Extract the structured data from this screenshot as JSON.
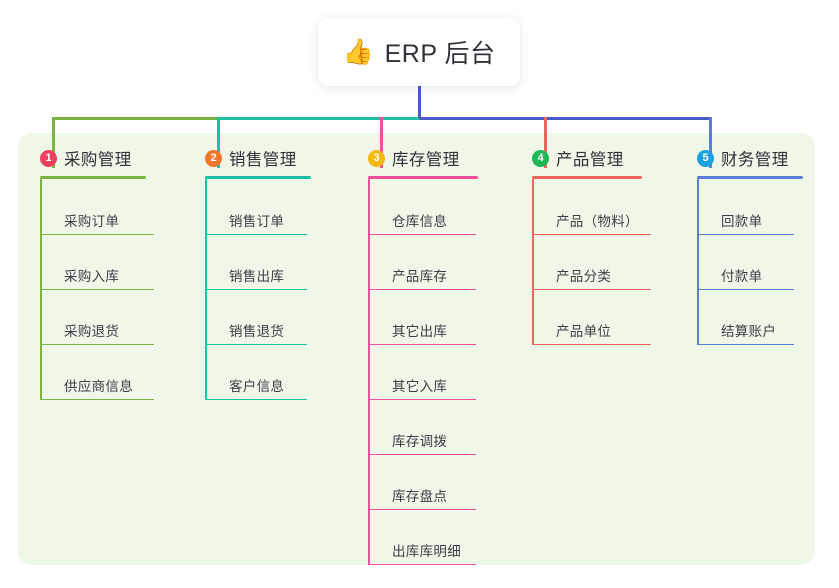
{
  "root": {
    "emoji": "👍",
    "emoji_name": "thumbs-up-icon",
    "title": "ERP 后台"
  },
  "colors": {
    "panel_background": "#eff7e9",
    "root_background": "#ffffff",
    "text": "#2f3338",
    "branch_1": "#7cb342",
    "branch_2": "#1dc0a5",
    "branch_3": "#ef4f9b",
    "branch_4": "#f4615e",
    "branch_5": "#5b7fd4",
    "stem": "#4a5bc4",
    "badge_1": "#ef3f5e",
    "badge_2": "#f2762c",
    "badge_3": "#f7b80e",
    "badge_4": "#1db954",
    "badge_5": "#1da0e0"
  },
  "branches": [
    {
      "index": "1",
      "title": "采购管理",
      "color": "#7cb342",
      "badge_color": "#ef3f5e",
      "items": [
        "采购订单",
        "采购入库",
        "采购退货",
        "供应商信息"
      ]
    },
    {
      "index": "2",
      "title": "销售管理",
      "color": "#1dc0a5",
      "badge_color": "#f2762c",
      "items": [
        "销售订单",
        "销售出库",
        "销售退货",
        "客户信息"
      ]
    },
    {
      "index": "3",
      "title": "库存管理",
      "color": "#ef4f9b",
      "badge_color": "#f7b80e",
      "items": [
        "仓库信息",
        "产品库存",
        "其它出库",
        "其它入库",
        "库存调拨",
        "库存盘点",
        "出库库明细"
      ]
    },
    {
      "index": "4",
      "title": "产品管理",
      "color": "#f4615e",
      "badge_color": "#1db954",
      "items": [
        "产品（物料）",
        "产品分类",
        "产品单位"
      ]
    },
    {
      "index": "5",
      "title": "财务管理",
      "color": "#5b7fd4",
      "badge_color": "#1da0e0",
      "items": [
        "回款单",
        "付款单",
        "结算账户"
      ]
    }
  ]
}
